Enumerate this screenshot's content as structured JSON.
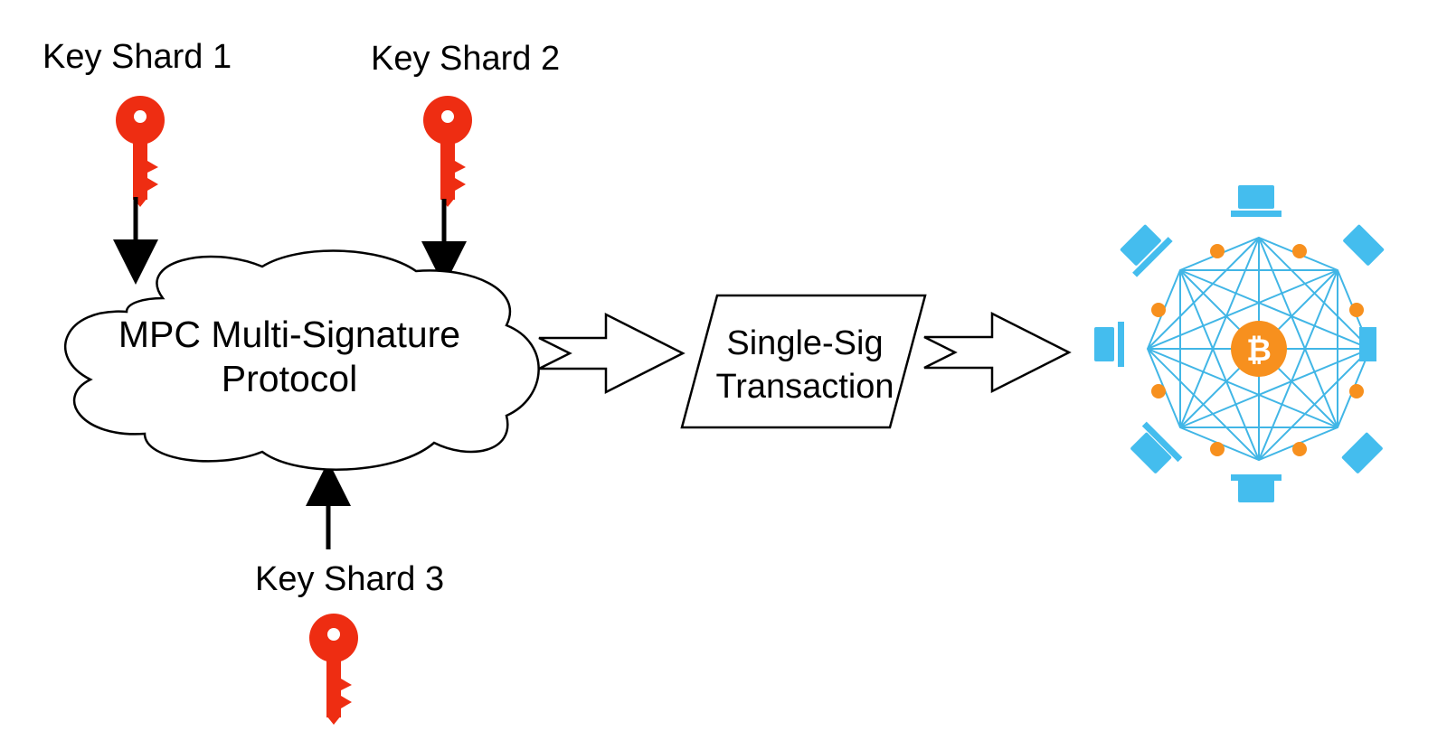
{
  "key_shards": [
    {
      "label": "Key Shard 1"
    },
    {
      "label": "Key Shard 2"
    },
    {
      "label": "Key Shard 3"
    }
  ],
  "protocol": {
    "line1": "MPC Multi-Signature",
    "line2": "Protocol"
  },
  "transaction": {
    "line1": "Single-Sig",
    "line2": "Transaction"
  },
  "network": {
    "icon": "bitcoin-network-icon"
  },
  "colors": {
    "key": "#ee2d12",
    "network_line": "#41b6e6",
    "node": "#f7901e",
    "computer": "#44bdee",
    "stroke": "#000000"
  }
}
